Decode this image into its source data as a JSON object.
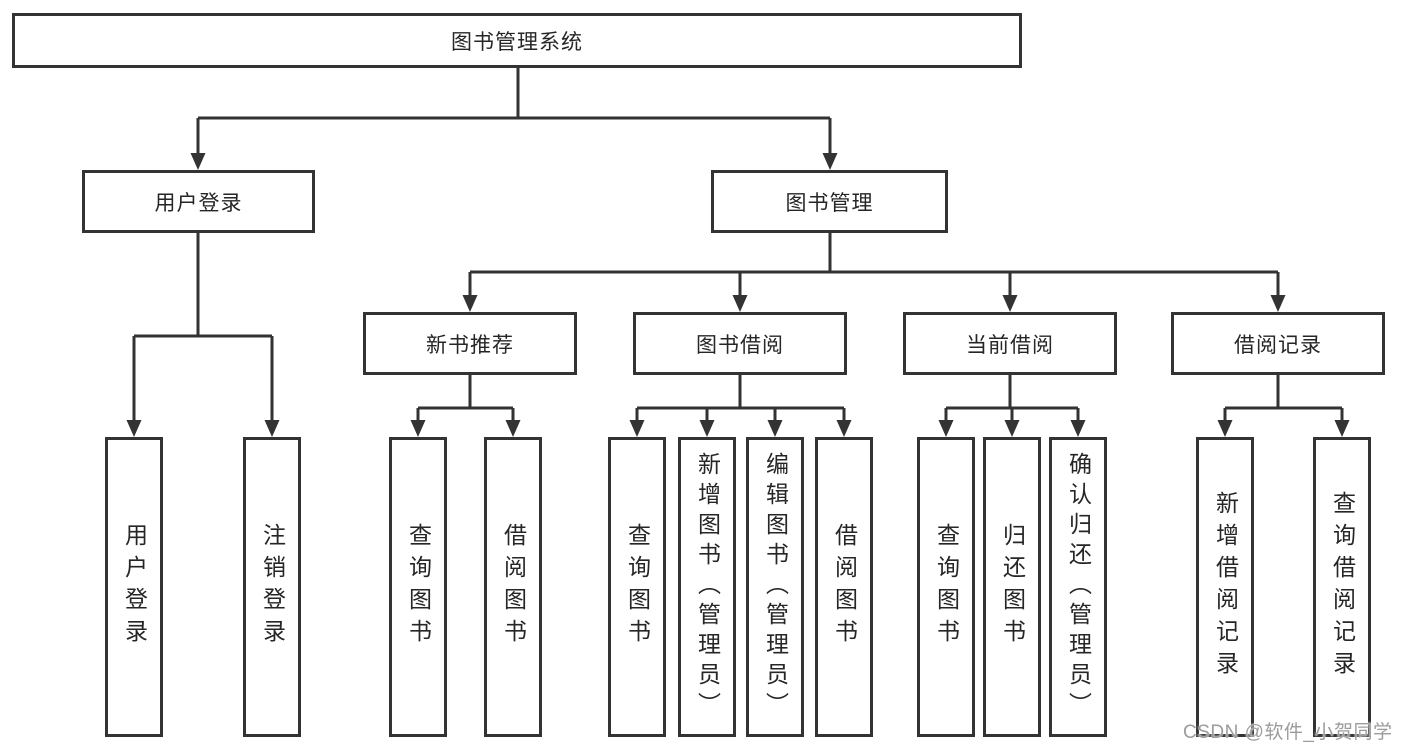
{
  "diagram": {
    "root": {
      "label": "图书管理系统"
    },
    "level2": [
      {
        "id": "user-login",
        "label": "用户登录"
      },
      {
        "id": "book-management",
        "label": "图书管理"
      }
    ],
    "level3": [
      {
        "id": "new-book-recommendation",
        "label": "新书推荐"
      },
      {
        "id": "book-borrowing",
        "label": "图书借阅"
      },
      {
        "id": "current-borrowing",
        "label": "当前借阅"
      },
      {
        "id": "borrowing-records",
        "label": "借阅记录"
      }
    ],
    "leaves": [
      {
        "id": "user-login-action",
        "label": "用户登录"
      },
      {
        "id": "logout",
        "label": "注销登录"
      },
      {
        "id": "rec-query-books",
        "label": "查询图书"
      },
      {
        "id": "rec-borrow-books",
        "label": "借阅图书"
      },
      {
        "id": "borrow-query-books",
        "label": "查询图书"
      },
      {
        "id": "borrow-add-books-admin",
        "label": "新增图书（管理员）"
      },
      {
        "id": "borrow-edit-books-admin",
        "label": "编辑图书（管理员）"
      },
      {
        "id": "borrow-borrow-books",
        "label": "借阅图书"
      },
      {
        "id": "current-query-books",
        "label": "查询图书"
      },
      {
        "id": "current-return-books",
        "label": "归还图书"
      },
      {
        "id": "current-confirm-return-admin",
        "label": "确认归还（管理员）"
      },
      {
        "id": "records-add-record",
        "label": "新增借阅记录"
      },
      {
        "id": "records-query-record",
        "label": "查询借阅记录"
      }
    ],
    "colors": {
      "line": "#333333",
      "text": "#262626",
      "background": "#ffffff",
      "watermark": "#9c9c9c"
    }
  },
  "watermark": {
    "text": "CSDN @软件_小贺同学"
  }
}
